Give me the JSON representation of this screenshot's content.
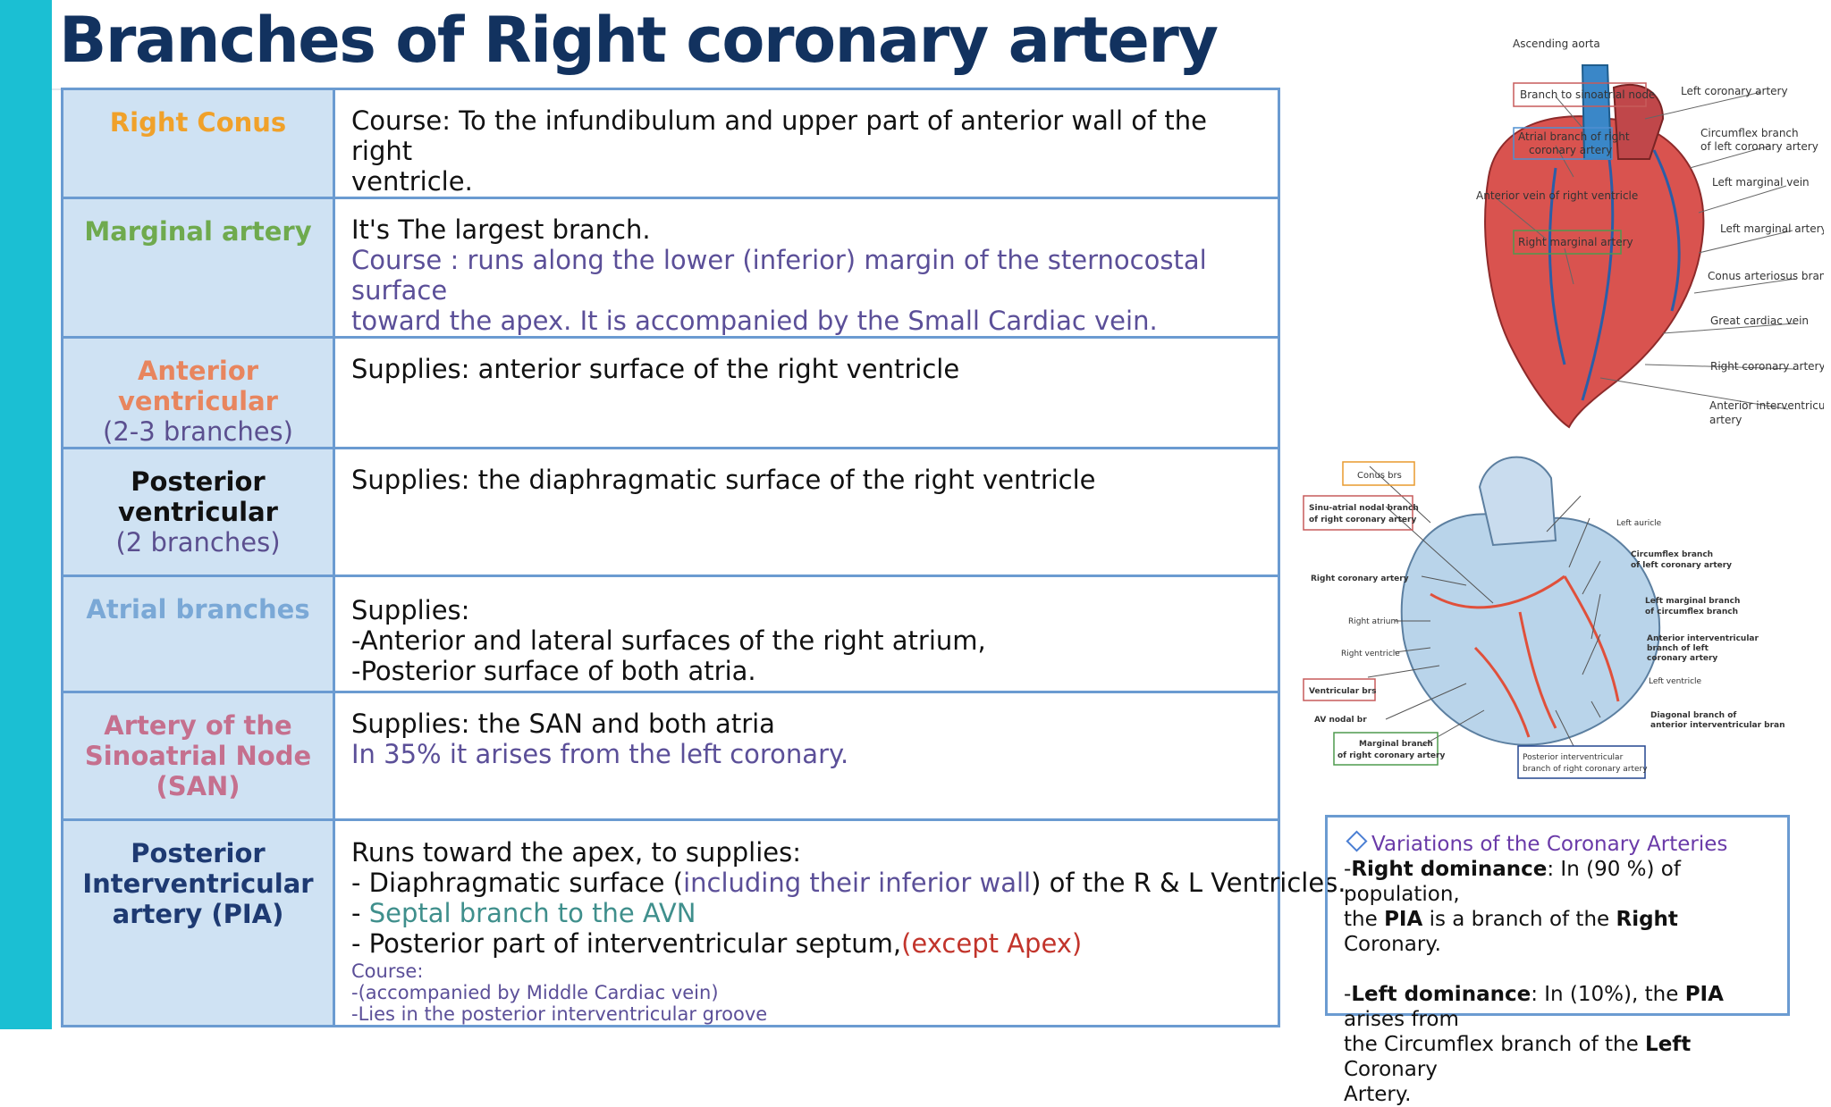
{
  "title": "Branches of Right coronary artery",
  "colors": {
    "sidebar": "#1bbfd3",
    "title": "#12325f",
    "table_border": "#6b9bd1",
    "name_cell_bg": "#cfe2f3"
  },
  "rows": [
    {
      "name": "Right Conus",
      "name_color": "#f0a12a",
      "desc": [
        "Course: To the infundibulum and upper part of anterior wall of the right",
        "ventricle."
      ]
    },
    {
      "name": "Marginal artery",
      "name_color": "#6faa4e",
      "desc_line1": "It's The largest branch.",
      "desc_course": [
        "Course : runs along the lower (inferior) margin of the sternocostal surface",
        "toward the apex. It is accompanied by the Small Cardiac vein."
      ]
    },
    {
      "name": "Anterior ventricular",
      "name_color": "#e8855e",
      "sub": "(2-3 branches)",
      "desc": "Supplies: anterior surface of the right ventricle"
    },
    {
      "name_lines": [
        "Posterior",
        "ventricular"
      ],
      "name_color": "#111111",
      "sub": "(2 branches)",
      "desc": "Supplies: the diaphragmatic surface of the right ventricle"
    },
    {
      "name": "Atrial branches",
      "name_color": "#7aa8d6",
      "desc_head": "Supplies:",
      "desc_items": [
        " -Anterior and lateral surfaces of the right atrium,",
        " -Posterior surface of both atria."
      ]
    },
    {
      "name_lines": [
        "Artery of the",
        "Sinoatrial Node",
        "(SAN)"
      ],
      "name_color": "#c5708e",
      "desc_line1": "Supplies: the SAN and both atria",
      "desc_line2": "In 35% it arises from the left coronary."
    },
    {
      "name_lines": [
        "Posterior",
        "Interventricular",
        "artery (PIA)"
      ],
      "name_color": "#1e3a72",
      "desc_head": "Runs toward the apex, to supplies:",
      "item1_a": " - Diaphragmatic surface (",
      "item1_b": "including their inferior wall",
      "item1_c": ") of the R & L Ventricles.",
      "item2_a": " - ",
      "item2_b": "Septal branch to the AVN",
      "item3_a": " - Posterior part of interventricular septum,",
      "item3_b": "(except Apex)",
      "course_head": "Course:",
      "course_items": [
        " -(accompanied by Middle Cardiac vein)",
        " -Lies in the posterior interventricular groove"
      ]
    }
  ],
  "figure_top": {
    "labels": {
      "ascending_aorta": "Ascending aorta",
      "branch_sinoatrial": "Branch to sinoatrial node",
      "atrial_branch": [
        "Atrial branch of right",
        "coronary artery"
      ],
      "anterior_vein": "Anterior vein of right ventricle",
      "right_marginal": "Right marginal artery",
      "left_coronary": "Left coronary artery",
      "circumflex": [
        "Circumflex branch",
        "of left coronary artery"
      ],
      "left_marginal_vein": "Left marginal vein",
      "left_marginal_artery": "Left marginal artery",
      "conus_arteriosus": "Conus arteriosus branch",
      "great_cardiac": "Great cardiac vein",
      "right_coronary": "Right coronary artery",
      "anterior_interventricular": [
        "Anterior interventricular",
        "artery"
      ]
    }
  },
  "figure_bottom": {
    "labels": {
      "conus": "Conus brs",
      "sinu_atrial": [
        "Sinu-atrial nodal branch",
        "of right coronary artery"
      ],
      "right_coronary": "Right coronary artery",
      "right_atrium": "Right atrium",
      "right_ventricle": "Right ventricle",
      "ventricular": "Ventricular brs",
      "av_nodal": "AV nodal br",
      "marginal": [
        "Marginal branch",
        "of right coronary artery"
      ],
      "posterior_iv": [
        "Posterior interventricular",
        "branch of right coronary artery"
      ],
      "left_auricle": "Left auricle",
      "circumflex": [
        "Circumflex branch",
        "of left coronary artery"
      ],
      "left_marginal": [
        "Left marginal branch",
        "of circumflex branch"
      ],
      "anterior_iv": [
        "Anterior interventricular",
        "branch of left",
        "coronary artery"
      ],
      "left_ventricle": "Left ventricle",
      "diagonal": [
        "Diagonal branch of",
        "anterior interventricular bran"
      ]
    }
  },
  "variations": {
    "title": "Variations of the Coronary Arteries",
    "p1_pre": " -",
    "p1_b1": "Right dominance",
    "p1_t1": ": In (90 %) of population,",
    "p1_t2": "the ",
    "p1_b2": "PIA",
    "p1_t3": " is a branch of the ",
    "p1_b3": "Right",
    "p1_t4": " Coronary.",
    "p2_pre": "-",
    "p2_b1": "Left dominance",
    "p2_t1": ": In (10%), the ",
    "p2_b2": "PIA",
    "p2_t2": " arises from",
    "p2_t3": "the Circumflex branch of the ",
    "p2_b3": "Left",
    "p2_t4": " Coronary",
    "p2_t5": "Artery."
  }
}
